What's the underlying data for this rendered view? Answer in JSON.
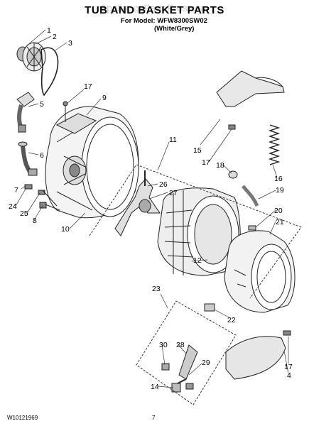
{
  "header": {
    "title": "TUB AND BASKET PARTS",
    "watermark": "AppliancePartsPros.com",
    "model_line": "For Model: WFW8300SW02",
    "color_line": "(White/Grey)"
  },
  "footer": {
    "doc_number": "W10121969",
    "page_number": "7"
  },
  "callouts": [
    "1",
    "2",
    "3",
    "17",
    "9",
    "5",
    "6",
    "7",
    "24",
    "25",
    "8",
    "10",
    "11",
    "26",
    "27",
    "12",
    "15",
    "17",
    "16",
    "18",
    "19",
    "20",
    "21",
    "23",
    "22",
    "30",
    "28",
    "29",
    "14",
    "17",
    "4"
  ]
}
